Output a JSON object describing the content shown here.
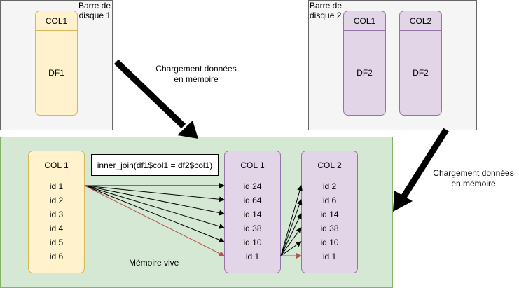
{
  "disk1": {
    "label_line1": "Barre de",
    "label_line2": "disque 1",
    "columns": [
      {
        "header": "COL1",
        "body": "DF1"
      }
    ]
  },
  "disk2": {
    "label_line1": "Barre de",
    "label_line2": "disque 2",
    "columns": [
      {
        "header": "COL1",
        "body": "DF2"
      },
      {
        "header": "COL2",
        "body": "DF2"
      }
    ]
  },
  "load_note_1": {
    "line1": "Chargement données",
    "line2": "en mémoire"
  },
  "load_note_2": {
    "line1": "Chargement données",
    "line2": "en mémoire"
  },
  "memory": {
    "label": "Mémoire vive",
    "join_expression": "inner_join(df1$col1 = df2$col1)",
    "df1_table": {
      "header": "COL 1",
      "rows": [
        "id 1",
        "id 2",
        "id 3",
        "id 4",
        "id 5",
        "id 6"
      ]
    },
    "df2_col1_table": {
      "header": "COL 1",
      "rows": [
        "id 24",
        "id 64",
        "id 14",
        "id 38",
        "id 10",
        "id 1"
      ]
    },
    "df2_col2_table": {
      "header": "COL 2",
      "rows": [
        "id 2",
        "id 6",
        "id 14",
        "id 38",
        "id 10",
        "id 1"
      ]
    }
  },
  "colors": {
    "match_arrow": "#b85450",
    "arrow": "#000000",
    "memory_bg": "#d5e8d4",
    "yellow_fill": "#fff2cc",
    "purple_fill": "#e1d5e7"
  }
}
